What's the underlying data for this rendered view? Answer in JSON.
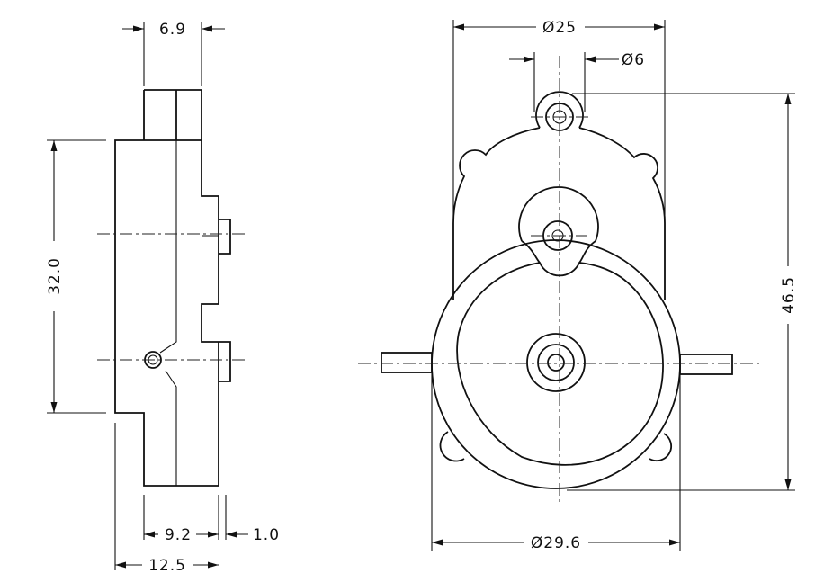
{
  "side_view": {
    "dims": {
      "thickness_top": "6.9",
      "height": "32.0",
      "depth_body": "9.2",
      "boss": "1.0",
      "total_depth": "12.5"
    }
  },
  "front_view": {
    "dims": {
      "top_width": "Ø25",
      "pin_diameter": "Ø6",
      "total_height": "46.5",
      "gear_diameter": "Ø29.6"
    }
  }
}
